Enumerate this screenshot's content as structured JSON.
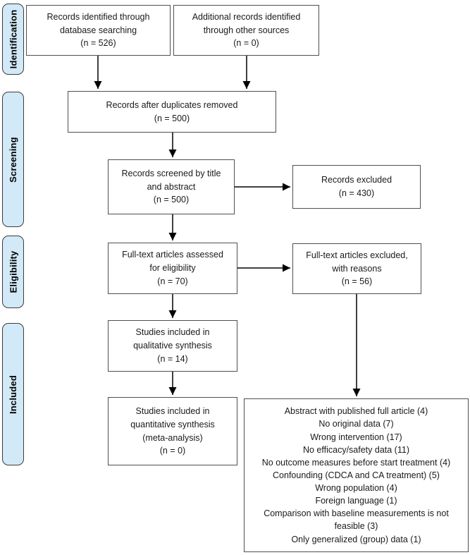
{
  "diagram_type": "prisma-flow-diagram",
  "palette": {
    "stage_fill": "#d2e9f7",
    "stage_border": "#3c3c3c",
    "box_border": "#4f4f4f",
    "box_fill": "#ffffff",
    "arrow_color": "#000000",
    "text_color": "#1a1a1a"
  },
  "stages": [
    {
      "label": "Identification"
    },
    {
      "label": "Screening"
    },
    {
      "label": "Eligibility"
    },
    {
      "label": "Included"
    }
  ],
  "boxes": {
    "identified_database": {
      "lines": [
        "Records identified through",
        "database searching",
        "(n = 526)"
      ]
    },
    "identified_other": {
      "lines": [
        "Additional records identified",
        "through other sources",
        "(n = 0)"
      ]
    },
    "after_duplicates": {
      "lines": [
        "Records after duplicates removed",
        "(n = 500)"
      ]
    },
    "screened": {
      "lines": [
        "Records screened by title",
        "and abstract",
        "(n = 500)"
      ]
    },
    "records_excluded": {
      "lines": [
        "Records excluded",
        "(n = 430)"
      ]
    },
    "fulltext_assessed": {
      "lines": [
        "Full-text articles assessed",
        "for eligibility",
        "(n = 70)"
      ]
    },
    "fulltext_excluded": {
      "lines": [
        "Full-text articles excluded,",
        "with reasons",
        "(n = 56)"
      ]
    },
    "qualitative_synthesis": {
      "lines": [
        "Studies included in",
        "qualitative synthesis",
        "(n = 14)"
      ]
    },
    "quantitative_synthesis": {
      "lines": [
        "Studies included in",
        "quantitative synthesis",
        "(meta-analysis)",
        "(n = 0)"
      ]
    },
    "exclusion_reasons": {
      "lines": [
        "Abstract with published full article (4)",
        "No original data (7)",
        "Wrong intervention (17)",
        "No efficacy/safety data (11)",
        "No outcome measures before start treatment (4)",
        "Confounding (CDCA and CA treatment) (5)",
        "Wrong population (4)",
        "Foreign language (1)",
        "Comparison with baseline measurements is not feasible (3)",
        "Only generalized (group) data (1)"
      ]
    }
  }
}
